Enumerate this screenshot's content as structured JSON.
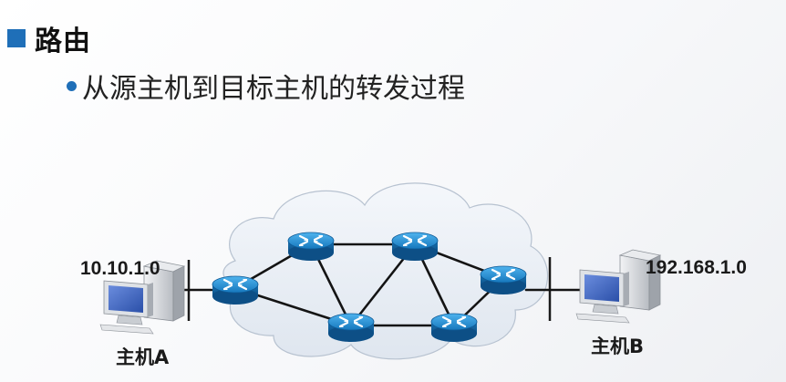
{
  "slide": {
    "heading": "路由",
    "bullet": "从源主机到目标主机的转发过程"
  },
  "diagram": {
    "network_a": "10.10.1.0",
    "network_b": "192.168.1.0",
    "host_a": "主机A",
    "host_b": "主机B"
  },
  "colors": {
    "accent": "#1f6fb8",
    "router": "#1a7fc4",
    "cloud": "#e7edf5"
  }
}
